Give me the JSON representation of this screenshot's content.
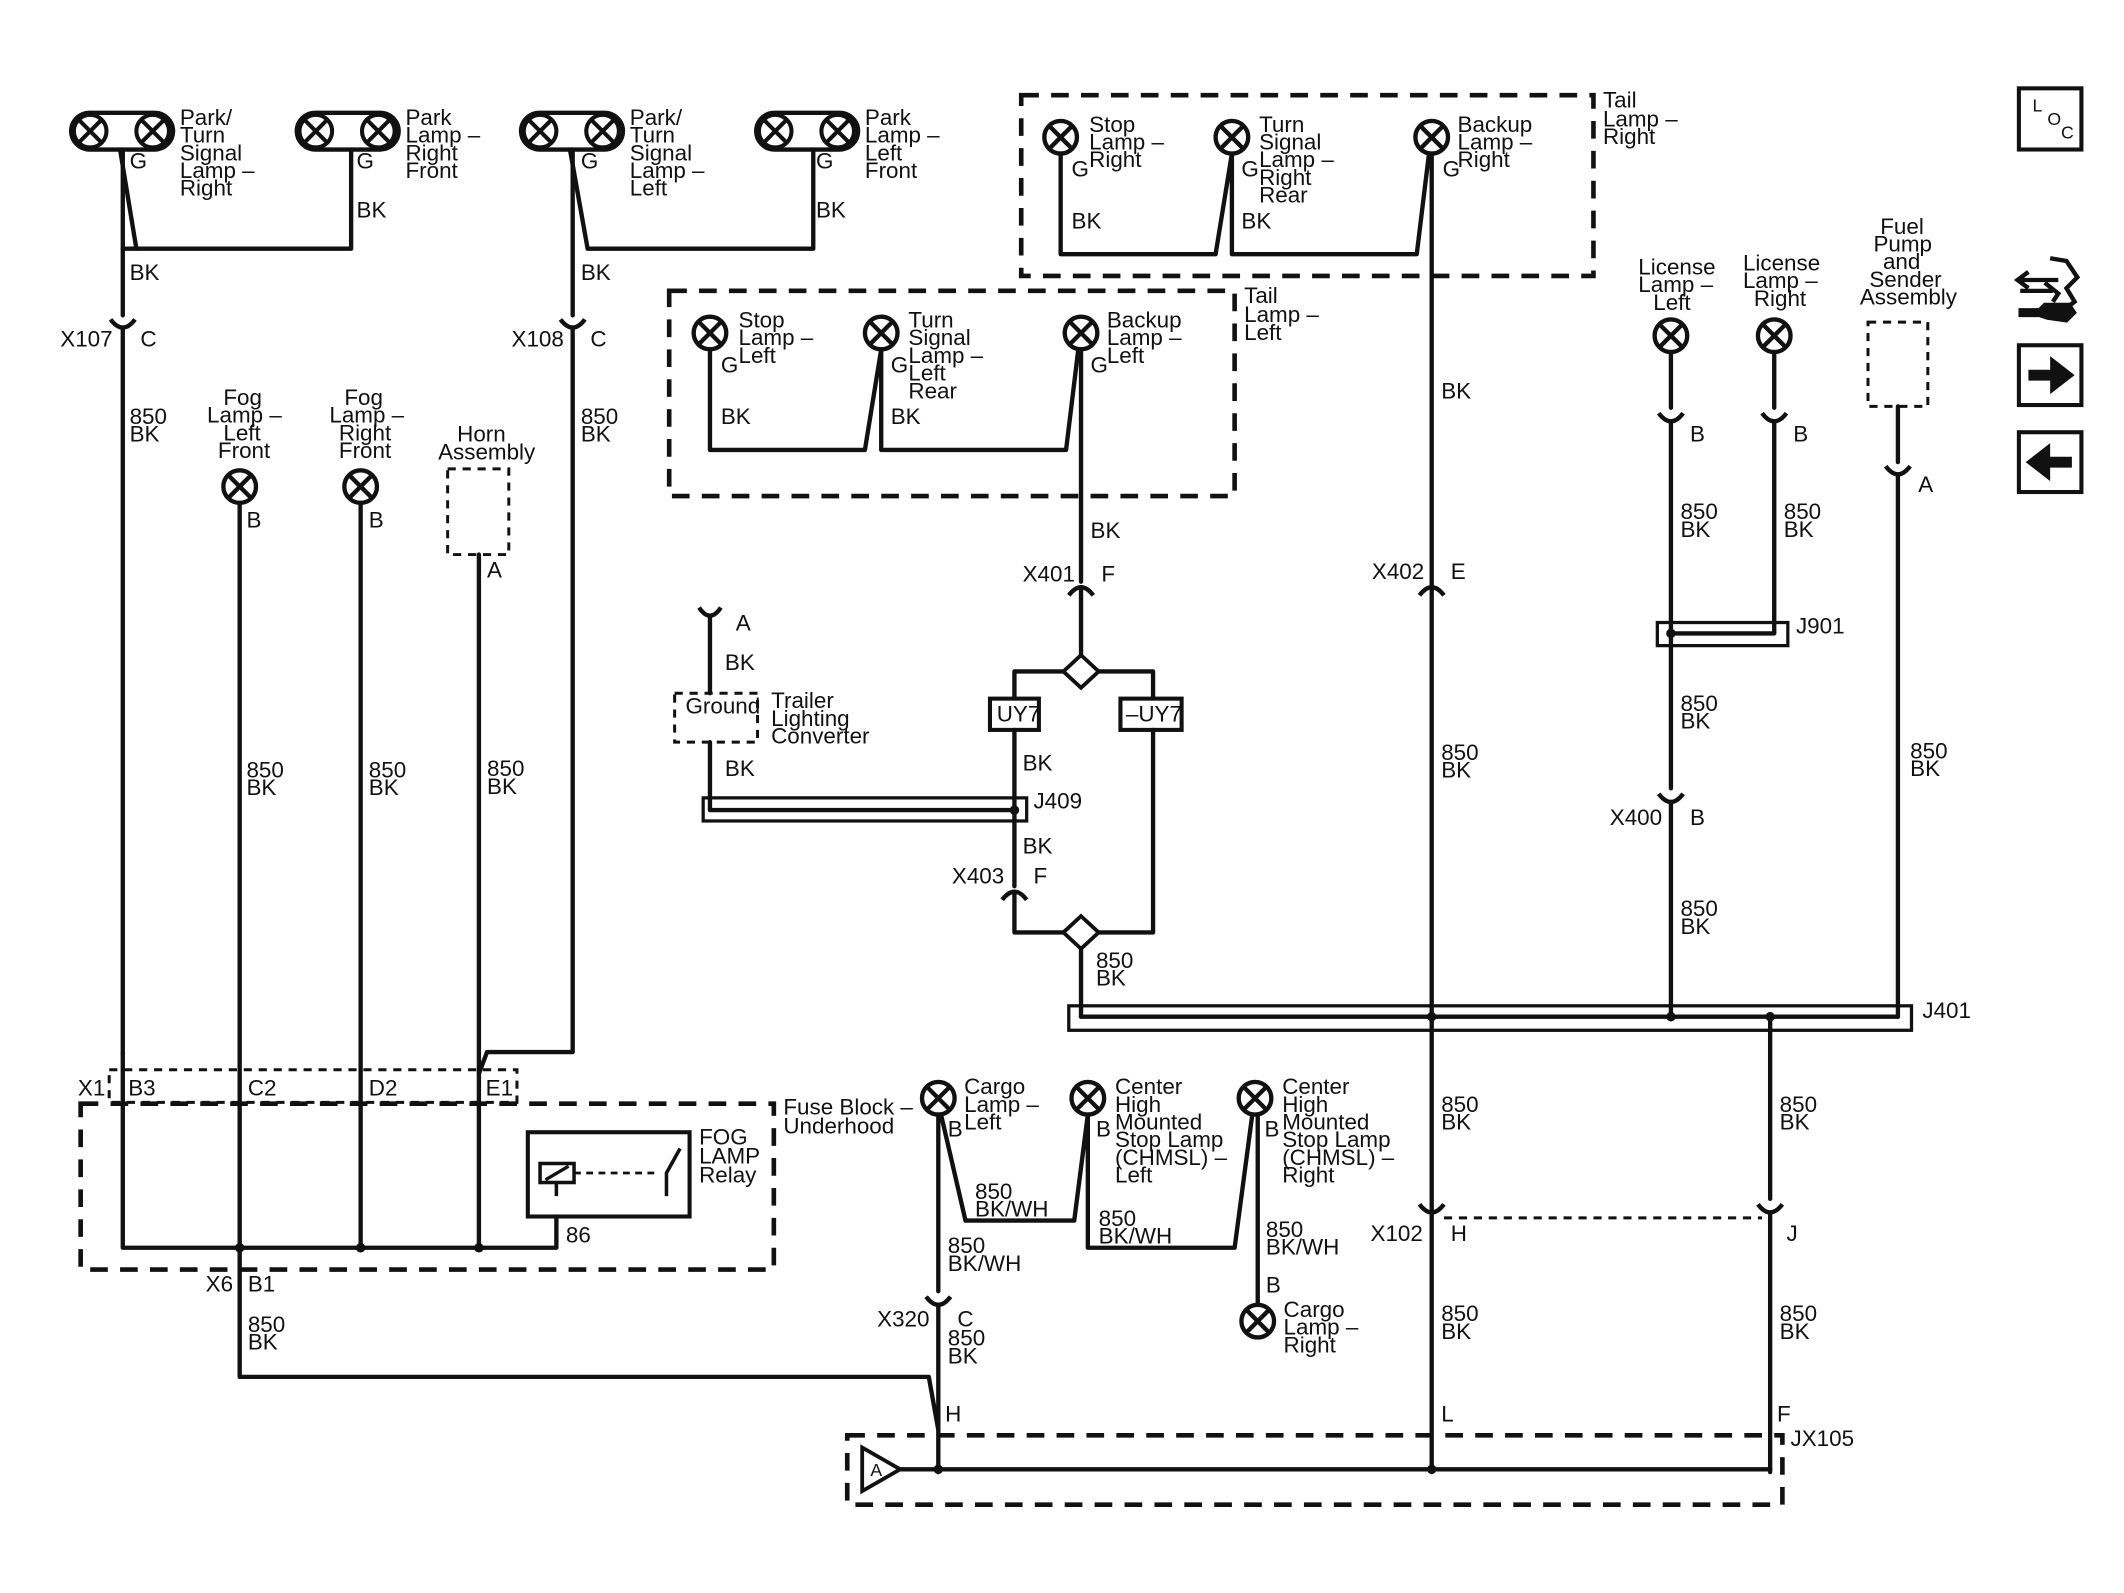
{
  "nav": {
    "loc_l": "L",
    "loc_o": "O",
    "loc_c": "C",
    "wrench_icon": "wrench-icon",
    "forward_icon": "arrow-right-icon",
    "back_icon": "arrow-left-icon"
  },
  "lamps": {
    "park_turn_right": [
      "Park/",
      "Turn",
      "Signal",
      "Lamp –",
      "Right"
    ],
    "park_right_front": [
      "Park",
      "Lamp –",
      "Right",
      "Front"
    ],
    "park_turn_left": [
      "Park/",
      "Turn",
      "Signal",
      "Lamp –",
      "Left"
    ],
    "park_left_front": [
      "Park",
      "Lamp –",
      "Left",
      "Front"
    ],
    "tail_right_stop": [
      "Stop",
      "Lamp –",
      "Right"
    ],
    "tail_right_turn": [
      "Turn",
      "Signal",
      "Lamp –",
      "Right",
      "Rear"
    ],
    "tail_right_backup": [
      "Backup",
      "Lamp –",
      "Right"
    ],
    "tail_left_stop": [
      "Stop",
      "Lamp –",
      "Left"
    ],
    "tail_left_turn": [
      "Turn",
      "Signal",
      "Lamp –",
      "Left",
      "Rear"
    ],
    "tail_left_backup": [
      "Backup",
      "Lamp –",
      "Left"
    ],
    "fog_left": [
      "Fog",
      "Lamp –",
      "Left",
      "Front"
    ],
    "fog_right": [
      "Fog",
      "Lamp –",
      "Right",
      "Front"
    ],
    "license_left": [
      "License",
      "Lamp –",
      "Left"
    ],
    "license_right": [
      "License",
      "Lamp –",
      "Right"
    ],
    "cargo_left": [
      "Cargo",
      "Lamp –",
      "Left"
    ],
    "chmsl_left": [
      "Center",
      "High",
      "Mounted",
      "Stop Lamp",
      "(CHMSL) –",
      "Left"
    ],
    "chmsl_right": [
      "Center",
      "High",
      "Mounted",
      "Stop Lamp",
      "(CHMSL) –",
      "Right"
    ],
    "cargo_right": [
      "Cargo",
      "Lamp –",
      "Right"
    ]
  },
  "components": {
    "tail_lamp_right": [
      "Tail",
      "Lamp –",
      "Right"
    ],
    "tail_lamp_left": [
      "Tail",
      "Lamp –",
      "Left"
    ],
    "fuel_pump": [
      "Fuel",
      "Pump",
      "and",
      "Sender",
      "Assembly"
    ],
    "horn": [
      "Horn",
      "Assembly"
    ],
    "trailer": [
      "Trailer",
      "Lighting",
      "Converter"
    ],
    "ground": "Ground",
    "fuse_block": [
      "Fuse Block –",
      "Underhood"
    ],
    "relay": [
      "FOG",
      "LAMP",
      "Relay"
    ],
    "option_uy7": "UY7",
    "option_not_uy7": "–UY7",
    "ground_symbol": "A"
  },
  "connectors": {
    "x107": "X107",
    "x108": "X108",
    "x401": "X401",
    "x402": "X402",
    "x403": "X403",
    "x400": "X400",
    "x320": "X320",
    "x102": "X102",
    "x1": "X1",
    "x6": "X6",
    "j409": "J409",
    "j901": "J901",
    "j401": "J401",
    "jx105": "JX105"
  },
  "pins": {
    "g": "G",
    "b": "B",
    "a": "A",
    "c": "C",
    "e": "E",
    "f": "F",
    "h": "H",
    "j": "J",
    "l": "L",
    "b1": "B1",
    "b3": "B3",
    "c2": "C2",
    "d2": "D2",
    "e1": "E1",
    "relay_86": "86"
  },
  "wires": {
    "bk": "BK",
    "circuit": "850",
    "bkwh": "BK/WH"
  }
}
